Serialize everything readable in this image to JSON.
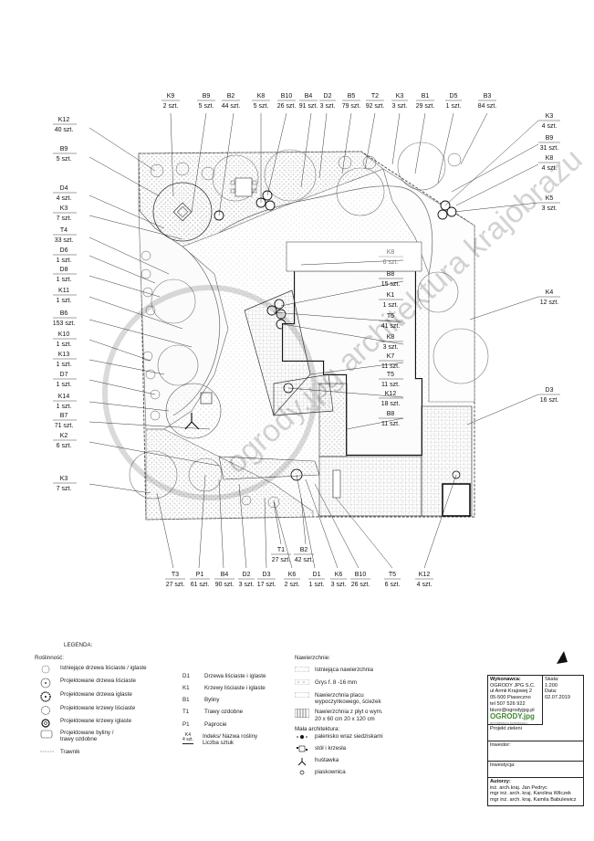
{
  "top_labels": [
    {
      "code": "K9",
      "qty": "2 szt."
    },
    {
      "code": "B9",
      "qty": "5 szt."
    },
    {
      "code": "B2",
      "qty": "44 szt."
    },
    {
      "code": "K8",
      "qty": "5 szt."
    },
    {
      "code": "B10",
      "qty": "26 szt."
    },
    {
      "code": "B4",
      "qty": "91 szt."
    },
    {
      "code": "D2",
      "qty": "3 szt."
    },
    {
      "code": "B5",
      "qty": "79 szt."
    },
    {
      "code": "T2",
      "qty": "92 szt."
    },
    {
      "code": "K3",
      "qty": "3 szt."
    },
    {
      "code": "B1",
      "qty": "29 szt."
    },
    {
      "code": "D5",
      "qty": "1 szt."
    },
    {
      "code": "B3",
      "qty": "84 szt."
    }
  ],
  "left_labels": [
    {
      "code": "K12",
      "qty": "40 szt."
    },
    {
      "code": "B9",
      "qty": "5 szt."
    },
    {
      "code": "D4",
      "qty": "4 szt."
    },
    {
      "code": "K3",
      "qty": "7 szt."
    },
    {
      "code": "T4",
      "qty": "33 szt."
    },
    {
      "code": "D6",
      "qty": "1 szt."
    },
    {
      "code": "D8",
      "qty": "1 szt."
    },
    {
      "code": "K11",
      "qty": "1 szt."
    },
    {
      "code": "B6",
      "qty": "153 szt."
    },
    {
      "code": "K10",
      "qty": "1 szt."
    },
    {
      "code": "K13",
      "qty": "1 szt."
    },
    {
      "code": "D7",
      "qty": "1 szt."
    },
    {
      "code": "K14",
      "qty": "1 szt."
    },
    {
      "code": "B7",
      "qty": "71 szt."
    },
    {
      "code": "K2",
      "qty": "6 szt."
    },
    {
      "code": "K3",
      "qty": "7 szt."
    }
  ],
  "right_labels": [
    {
      "code": "K3",
      "qty": "4 szt."
    },
    {
      "code": "B9",
      "qty": "31 szt."
    },
    {
      "code": "K8",
      "qty": "4 szt."
    },
    {
      "code": "K5",
      "qty": "3 szt."
    },
    {
      "code": "K4",
      "qty": "12 szt."
    },
    {
      "code": "D3",
      "qty": "16 szt."
    }
  ],
  "center_labels": [
    {
      "code": "K8",
      "qty": "6 szt."
    },
    {
      "code": "B8",
      "qty": "15 szt."
    },
    {
      "code": "K1",
      "qty": "1 szt."
    },
    {
      "code": "T5",
      "qty": "41 szt."
    },
    {
      "code": "K8",
      "qty": "3 szt."
    },
    {
      "code": "K7",
      "qty": "11 szt."
    },
    {
      "code": "T5",
      "qty": "11 szt."
    },
    {
      "code": "K12",
      "qty": "18 szt."
    },
    {
      "code": "B8",
      "qty": "11 szt."
    }
  ],
  "bottom_mid_labels": [
    {
      "code": "T1",
      "qty": "27 szt."
    },
    {
      "code": "B2",
      "qty": "42 szt."
    }
  ],
  "bottom_labels": [
    {
      "code": "T3",
      "qty": "27 szt."
    },
    {
      "code": "P1",
      "qty": "61 szt."
    },
    {
      "code": "B4",
      "qty": "90 szt."
    },
    {
      "code": "D2",
      "qty": "3 szt."
    },
    {
      "code": "D3",
      "qty": "17 szt."
    },
    {
      "code": "K6",
      "qty": "2 szt."
    },
    {
      "code": "D1",
      "qty": "1 szt."
    },
    {
      "code": "K6",
      "qty": "3 szt."
    },
    {
      "code": "B10",
      "qty": "26 szt."
    },
    {
      "code": "T5",
      "qty": "6 szt."
    },
    {
      "code": "K12",
      "qty": "4 szt."
    }
  ],
  "watermark": "ogrody.jpg   architektura krajobrazu",
  "legend": {
    "title": "LEGENDA:",
    "plants_header": "Roślinność:",
    "plants": [
      "Istniejące drzewa liściaste / iglaste",
      "Projektowane drzewa liściaste",
      "Projektowane drzewa iglaste",
      "Projektowane krzewy liściaste",
      "Projektowane krzewy iglaste",
      "Projektowane byliny / trawy ozdobne",
      "Trawnik"
    ],
    "codes": [
      {
        "code": "D1",
        "desc": "Drzewa liściaste i iglaste"
      },
      {
        "code": "K1",
        "desc": "Krzewy liściaste i iglaste"
      },
      {
        "code": "B1",
        "desc": "Byliny"
      },
      {
        "code": "T1",
        "desc": "Trawy ozdobne"
      },
      {
        "code": "P1",
        "desc": "Paprocie"
      }
    ],
    "index_sample_code": "K4",
    "index_sample_qty": "4 szt.",
    "index_desc_1": "Indeks/ Nazwa rośliny",
    "index_desc_2": "Liczba sztuk",
    "surfaces_header": "Nawierzchnie:",
    "surfaces": [
      "Istniejąca nawierzchnia",
      "Grys f. 8 -16 mm",
      "Nawierzchnia placu wypoczynkowego, ścieżek",
      "Nawierzchnia z płyt o wym. 20 x 60 cm 20 x 120 cm"
    ],
    "arch_header": "Mała architektura:",
    "arch": [
      "palenisko wraz siedziskami",
      "stół i krzesła",
      "huśtawka",
      "piaskownica"
    ]
  },
  "title_block": {
    "exec_label": "Wykonawca:",
    "exec_lines": [
      "OGRODY JPG S.C.",
      "ul Armii Krajowej 2",
      "05-500 Piaseczno",
      "tel 507 526 922",
      "biuro@ogrodyjpg.pl"
    ],
    "scale_label": "Skala:",
    "scale_value": "1:200",
    "date_label": "Data:",
    "date_value": "02.07.2019",
    "logo_text": "OGRODY.jpg",
    "logo_sub": "architektura krajobrazu",
    "project": "Projekt zieleni",
    "investor": "Inwestor:",
    "investment": "Inwestycja:",
    "authors_label": "Autorzy:",
    "authors": [
      "inż. arch.kraj. Jan Pedryc",
      "mgr inż. arch. kraj. Karolina Wilczek",
      "mgr inż. arch. kraj. Kamila Babulewicz"
    ]
  },
  "north_symbol": "N"
}
